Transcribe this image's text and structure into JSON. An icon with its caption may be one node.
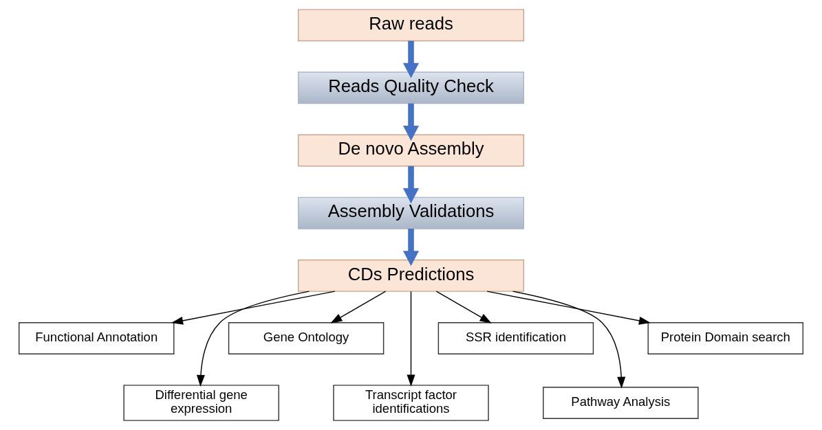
{
  "diagram": {
    "nodes": [
      {
        "text": [
          "Raw reads"
        ]
      },
      {
        "text": [
          "Reads Quality Check"
        ]
      },
      {
        "text": [
          "De novo Assembly"
        ]
      },
      {
        "text": [
          "Assembly Validations"
        ]
      },
      {
        "text": [
          "CDs Predictions"
        ]
      },
      {
        "text": [
          "Functional Annotation"
        ]
      },
      {
        "text": [
          "Differential gene expression"
        ]
      },
      {
        "text": [
          "Gene Ontology"
        ]
      },
      {
        "text": [
          "Transcript factor identifications"
        ]
      },
      {
        "text": [
          "SSR identification"
        ]
      },
      {
        "text": [
          "Pathway Analysis"
        ]
      },
      {
        "text": [
          "Protein Domain search"
        ]
      }
    ],
    "edges": [
      {
        "from": 0,
        "to": 1,
        "arrow": "to",
        "style": "thick",
        "color": "#4472c4"
      },
      {
        "from": 1,
        "to": 2,
        "arrow": "to",
        "style": "thick",
        "color": "#4472c4"
      },
      {
        "from": 2,
        "to": 3,
        "arrow": "to",
        "style": "thick",
        "color": "#4472c4"
      },
      {
        "from": 3,
        "to": 4,
        "arrow": "to",
        "style": "thick",
        "color": "#4472c4"
      },
      {
        "from": 4,
        "to": 5,
        "arrow": "to"
      },
      {
        "from": 4,
        "to": 6,
        "arrow": "to"
      },
      {
        "from": 4,
        "to": 7,
        "arrow": "to"
      },
      {
        "from": 4,
        "to": 8,
        "arrow": "to"
      },
      {
        "from": 4,
        "to": 9,
        "arrow": "to"
      },
      {
        "from": 4,
        "to": 10,
        "arrow": "to"
      },
      {
        "from": 4,
        "to": 11,
        "arrow": "to"
      }
    ]
  }
}
